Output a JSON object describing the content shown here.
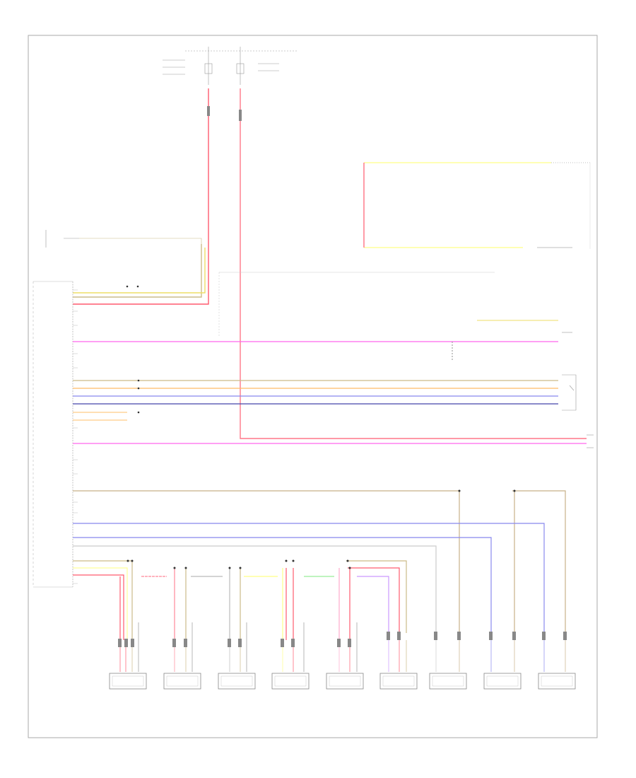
{
  "diagram": {
    "footer_code": "",
    "colors": {
      "frame": "#aaaaaa",
      "red": "#ff5a6e",
      "pink_magenta": "#ff66ee",
      "yellow": "#ffff88",
      "tan": "#ccbb88",
      "brown": "#c8b088",
      "orange": "#ffbb66",
      "blue": "#8888ee",
      "navy": "#4444aa",
      "green": "#99ee99",
      "gray": "#bbbbbb",
      "black": "#333333",
      "pink": "#ffaacc",
      "purple": "#cc99ff"
    },
    "modules": [
      {
        "id": "m1",
        "icon": "module-connector-icon"
      },
      {
        "id": "m2",
        "icon": "module-connector-icon"
      },
      {
        "id": "m3",
        "icon": "module-connector-icon"
      },
      {
        "id": "m4",
        "icon": "module-connector-icon"
      },
      {
        "id": "m5",
        "icon": "module-connector-icon"
      },
      {
        "id": "m6",
        "icon": "module-connector-icon"
      },
      {
        "id": "m7",
        "icon": "module-connector-icon"
      },
      {
        "id": "m8",
        "icon": "module-connector-icon"
      },
      {
        "id": "m9",
        "icon": "module-connector-icon"
      }
    ]
  }
}
